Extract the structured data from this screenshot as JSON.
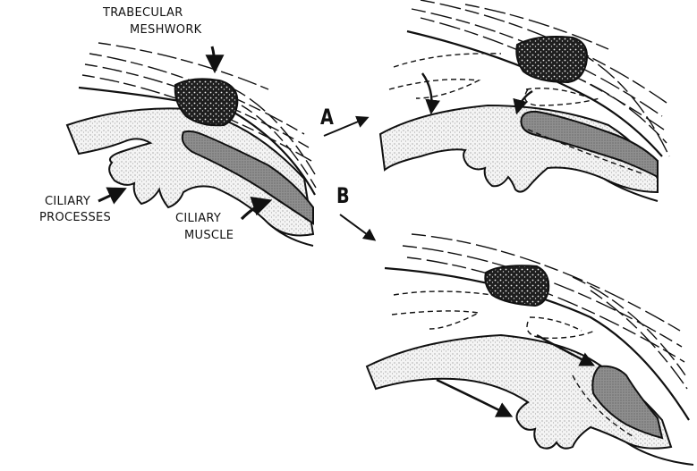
{
  "labels": {
    "trabecular_line1": "TRABECULAR",
    "trabecular_line2": "MESHWORK",
    "ciliary_processes_line1": "CILIARY",
    "ciliary_processes_line2": "PROCESSES",
    "ciliary_muscle_line1": "CILIARY",
    "ciliary_muscle_line2": "MUSCLE",
    "panel_a": "A",
    "panel_b": "B"
  },
  "colors": {
    "ink": "#111111",
    "muscle_fill": "#8c8c8c",
    "stipple_fill": "#f1f1f1",
    "meshwork_fill": "#2a2a2a",
    "background": "#ffffff"
  }
}
